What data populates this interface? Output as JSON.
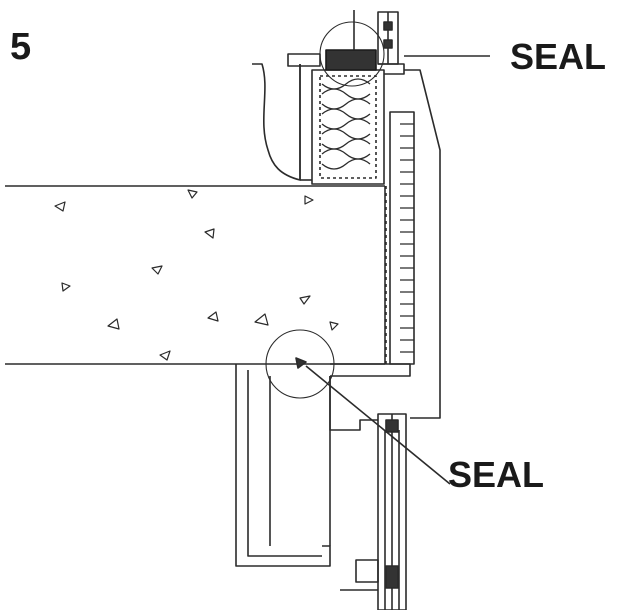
{
  "figure_number": "5",
  "labels": {
    "seal_top": "SEAL",
    "seal_bottom": "SEAL"
  },
  "colors": {
    "line": "#2b2b2b",
    "seal_fill": "#333333",
    "insulation_fill": "#ffffff"
  }
}
